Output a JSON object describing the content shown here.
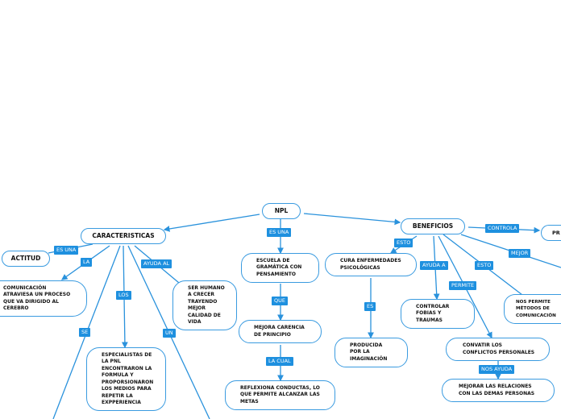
{
  "colors": {
    "accent": "#1e90df",
    "border": "#3a9be0"
  },
  "nodes": {
    "npl": "NPL",
    "caracteristicas": "CARACTERISTICAS",
    "beneficios": "BENEFICIOS",
    "pr": "PR",
    "actitud": "ACTITUD",
    "comunicacion": "COMUNICACIÓN\nATRAVIESA UN PROCESO\nQUE VA DIRIGIDO AL\nCEREBRO",
    "ser_humano": "SER HUMANO\nA CRECER\nTRAYENDO\nMEJOR\nCALIDAD DE\nVIDA",
    "especialistas": "ESPECIALISTAS DE\nLA PNL\nENCONTRARON LA\nFORMULA Y\nPROPORSIONARON\nLOS MEDIOS PARA\nREPETIR LA\nEXPPERIENCIA",
    "escuela": "ESCUELA DE\nGRAMÁTICA CON\nPENSAMIENTO",
    "mejora": "MEJORA CARENCIA\nDE PRINCIPIO",
    "reflexiona": "REFLEXIONA CONDUCTAS, LO\nQUE PERMITE ALCANZAR LAS\nMETAS",
    "cura": "CURA ENFERMEDADES\nPSICOLÓGICAS",
    "producida": "PRODUCIDA\nPOR LA\nIMAGINACIÓN",
    "controlar": "CONTROLAR\nFOBIAS Y\nTRAUMAS",
    "nos_permite": "NOS PERMITE\nMÉTODOS DE\nCOMUNICACIÓN",
    "convatir": "CONVATIR LOS\nCONFLICTOS PERSONALES",
    "mejorar": "MEJORAR LAS RELACIONES\nCON LAS DEMAS PERSONAS"
  },
  "labels": {
    "npl_es_una": "ES UNA",
    "car_es_una": "ES UNA",
    "la": "LA",
    "ayuda_al": "AYUDA AL",
    "los": "LOS",
    "se": "SE",
    "un": "UN",
    "que": "QUE",
    "la_cual": "LA CUAL",
    "esto1": "ESTO",
    "ayuda_a": "AYUDA A",
    "permite": "PERMITE",
    "esto2": "ESTO",
    "controla": "CONTROLA",
    "mejor": "MEJOR",
    "es": "ES",
    "nos_ayuda": "NOS AYUDA"
  }
}
